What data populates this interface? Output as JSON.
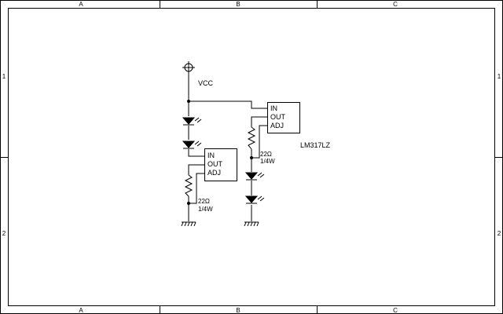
{
  "frame": {
    "columns": [
      "A",
      "B",
      "C"
    ],
    "rows": [
      "1",
      "2"
    ]
  },
  "power": {
    "vcc_label": "VCC"
  },
  "regulator_1": {
    "pin_in": "IN",
    "pin_out": "OUT",
    "pin_adj": "ADJ",
    "resistor_value": "22Ω",
    "resistor_power": "1/4W"
  },
  "regulator_2": {
    "pin_in": "IN",
    "pin_out": "OUT",
    "pin_adj": "ADJ",
    "resistor_value": "22Ω",
    "resistor_power": "1/4W",
    "part_label": "LM317LZ"
  }
}
